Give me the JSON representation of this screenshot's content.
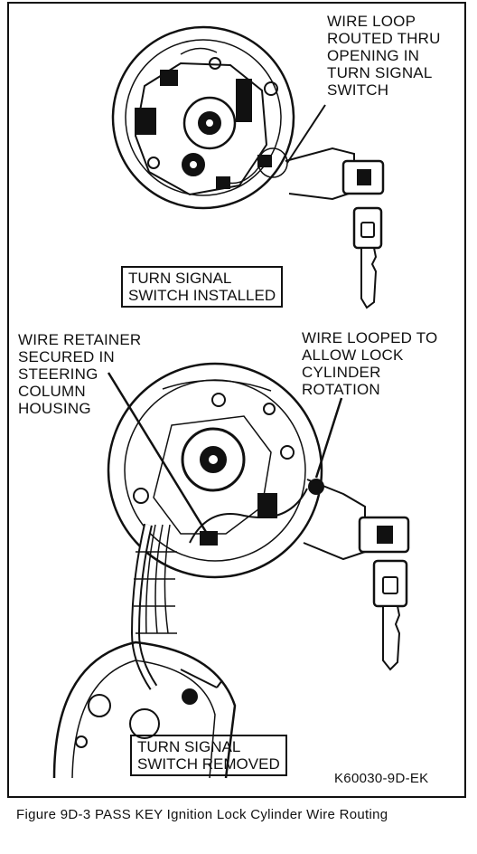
{
  "labels": {
    "wire_loop_routed": "WIRE LOOP\nROUTED THRU\nOPENING IN\nTURN SIGNAL\nSWITCH",
    "switch_installed": "TURN SIGNAL\nSWITCH INSTALLED",
    "wire_retainer": "WIRE RETAINER\nSECURED IN\nSTEERING\nCOLUMN\nHOUSING",
    "wire_looped_rotation": "WIRE LOOPED TO\nALLOW LOCK\nCYLINDER\nROTATION",
    "switch_removed": "TURN SIGNAL\nSWITCH REMOVED"
  },
  "figure_id": "K60030-9D-EK",
  "caption": "Figure 9D-3 PASS KEY Ignition Lock Cylinder Wire Routing"
}
